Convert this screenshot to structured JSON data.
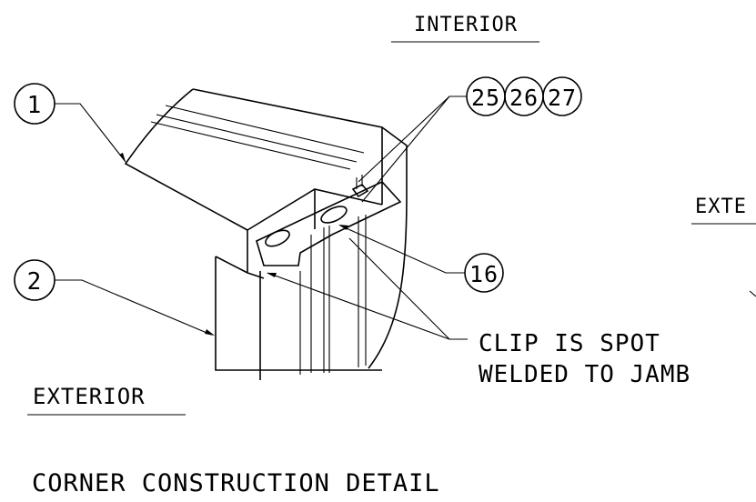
{
  "labels": {
    "interior": "INTERIOR",
    "exterior_left": "EXTERIOR",
    "exterior_right_partial": "EXTE",
    "callout_note_line1": "CLIP IS SPOT",
    "callout_note_line2": "WELDED TO JAMB",
    "title": "CORNER CONSTRUCTION DETAIL"
  },
  "balloons": {
    "b1": "1",
    "b2": "2",
    "b16": "16",
    "b25": "25",
    "b26": "26",
    "b27": "27"
  }
}
